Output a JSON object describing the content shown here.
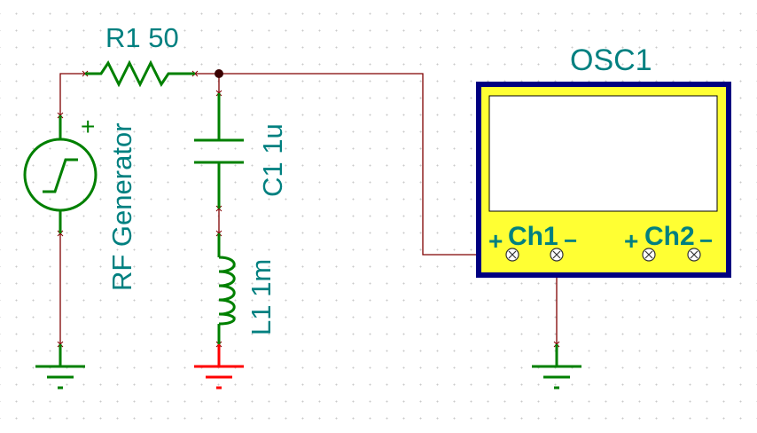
{
  "components": {
    "resistor": {
      "label": "R1 50"
    },
    "capacitor": {
      "label": "C1 1u"
    },
    "inductor": {
      "label": "L1 1m"
    },
    "generator": {
      "label": "RF Generator",
      "polarity": "+"
    },
    "oscilloscope": {
      "label": "OSC1",
      "ch1": {
        "plus": "+",
        "label": "Ch1",
        "minus": "−"
      },
      "ch2": {
        "plus": "+",
        "label": "Ch2",
        "minus": "−"
      }
    }
  },
  "colors": {
    "component": "#008000",
    "wire": "#800000",
    "label": "#008080",
    "osc_fill": "#ffff33",
    "osc_border": "#000080",
    "selected_ground": "#ff0000"
  }
}
